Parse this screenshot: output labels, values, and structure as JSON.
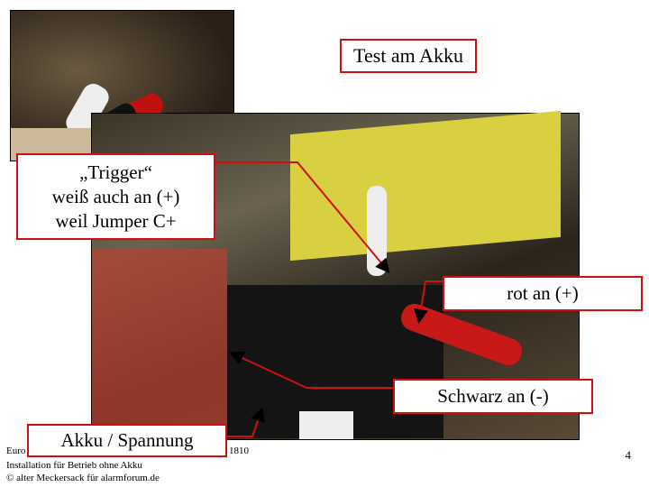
{
  "title": "Test am Akku",
  "callouts": {
    "trigger": [
      "„Trigger“",
      "weiß auch an (+)",
      "weil Jumper C+"
    ],
    "rot": "rot an (+)",
    "schwarz": "Schwarz an (-)",
    "akku": "Akku / Spannung"
  },
  "footer": {
    "line1_start": "Euro",
    "line1_end": "1810",
    "line2": "Installation für Betrieb ohne Akku",
    "line3": "© alter Meckersack für alarmforum.de"
  },
  "page_number": "4"
}
